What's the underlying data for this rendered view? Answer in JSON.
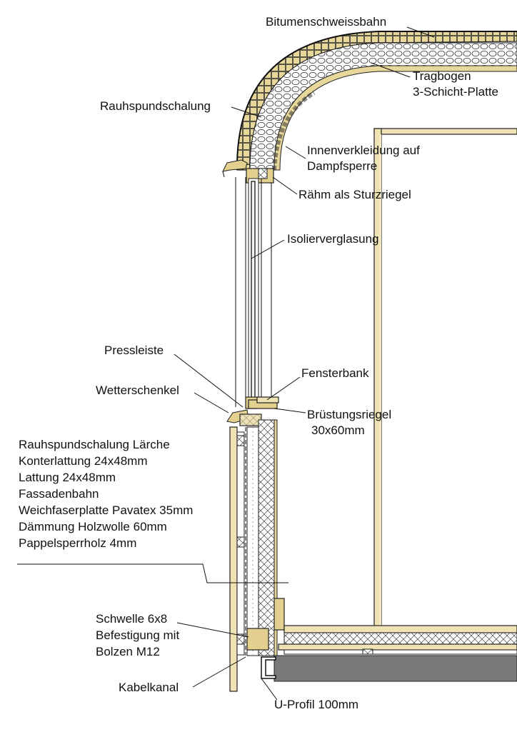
{
  "labels": {
    "bitumen": "Bitumenschweissbahn",
    "tragbogen_1": "Tragbogen",
    "tragbogen_2": "3-Schicht-Platte",
    "rauhspund": "Rauhspundschalung",
    "innen_1": "Innenverkleidung auf",
    "innen_2": "Dampfsperre",
    "raehm": "Rähm als Sturzriegel",
    "isolier": "Isolierverglasung",
    "pressleiste": "Pressleiste",
    "fensterbank": "Fensterbank",
    "wetterschenkel": "Wetterschenkel",
    "bruestung_1": "Brüstungsriegel",
    "bruestung_2": "30x60mm",
    "wall_layers": [
      "Rauhspundschalung Lärche",
      "Konterlattung 24x48mm",
      "Lattung 24x48mm",
      "Fassadenbahn",
      "Weichfaserplatte Pavatex 35mm",
      "Dämmung Holzwolle 60mm",
      "Pappelsperrholz 4mm"
    ],
    "schwelle": [
      "Schwelle 6x8",
      "Befestigung mit",
      "Bolzen M12"
    ],
    "kabelkanal": "Kabelkanal",
    "uprofil": "U-Profil 100mm"
  },
  "colors": {
    "wood": "#efe3b4",
    "wood_dark": "#e3d08e",
    "steel": "#7a7a7a",
    "line": "#111111"
  }
}
